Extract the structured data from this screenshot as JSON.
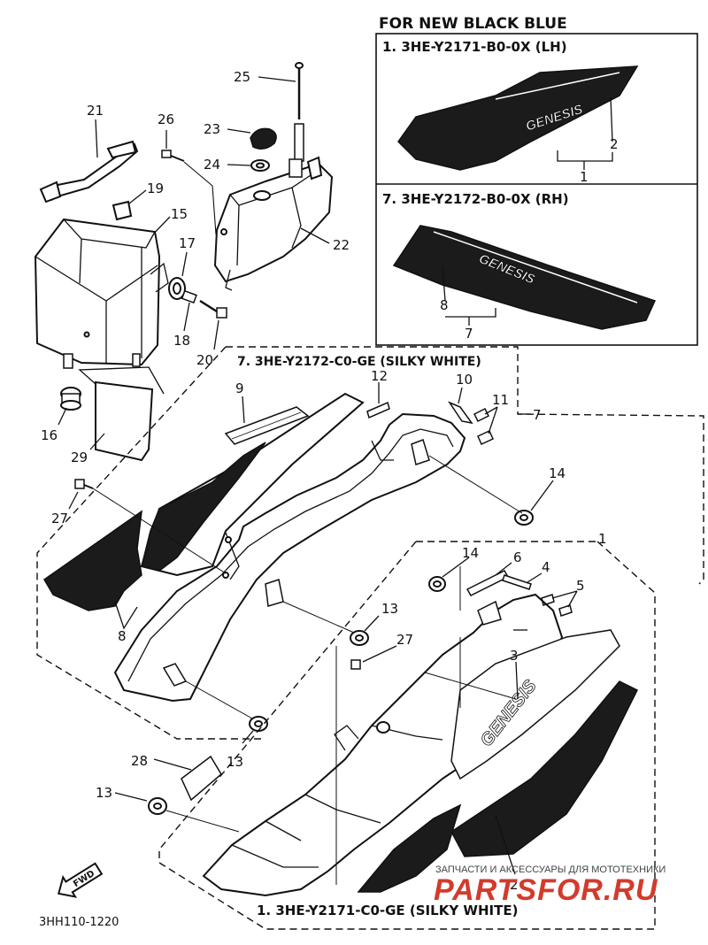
{
  "header": {
    "title": "FOR NEW BLACK BLUE",
    "box_lh_label": "1. 3HE-Y2171-B0-0X (LH)",
    "box_rh_label": "7. 3HE-Y2172-B0-0X (RH)"
  },
  "main": {
    "rh_cover_label": "7. 3HE-Y2172-C0-GE (SILKY WHITE)",
    "lh_cover_label": "1. 3HE-Y2171-C0-GE (SILKY WHITE)",
    "drawing_code": "3HH110-1220",
    "fwd_label": "FWD",
    "logo_text": "GENESIS"
  },
  "callouts": {
    "c25": "25",
    "c21": "21",
    "c26": "26",
    "c23": "23",
    "c24": "24",
    "c19": "19",
    "c15": "15",
    "c17": "17",
    "c22": "22",
    "c18": "18",
    "c20": "20",
    "c16": "16",
    "c29": "29",
    "c9": "9",
    "c12": "12",
    "c10": "10",
    "c11": "11",
    "c7": "7",
    "c27a": "27",
    "c14a": "14",
    "c1": "1",
    "c14b": "14",
    "c6": "6",
    "c4": "4",
    "c5": "5",
    "c8": "8",
    "c13a": "13",
    "c27b": "27",
    "c3": "3",
    "c13b": "13",
    "c28": "28",
    "c13c": "13",
    "c2": "2",
    "box_lh_2": "2",
    "box_lh_1": "1",
    "box_rh_8": "8",
    "box_rh_7": "7"
  },
  "watermark": {
    "line1": "ЗАПЧАСТИ И АКСЕССУАРЫ ДЛЯ МОТОТЕХНИКИ",
    "line2": "PARTSFOR.RU"
  }
}
